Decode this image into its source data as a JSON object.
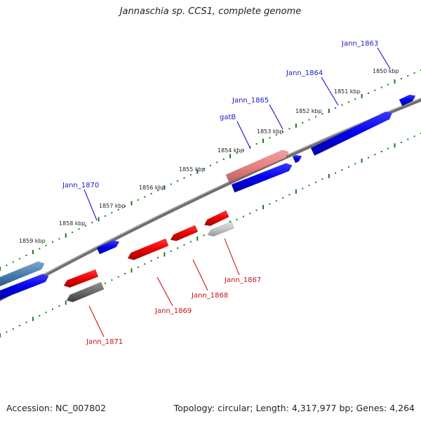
{
  "title": "Jannaschia sp. CCS1, complete genome",
  "footer": {
    "accession": "Accession: NC_007802",
    "summary": "Topology: circular; Length: 4,317,977 bp; Genes: 4,264"
  },
  "colors": {
    "forward_gene": "#0000ee",
    "reverse_gene": "#ee0000",
    "forward_label": "#1a1acc",
    "reverse_label": "#cc1111",
    "backbone": "#808080",
    "ticks": "#1a7a1a"
  },
  "scale": {
    "unit": "kbp",
    "ticks": [
      "1850 kbp",
      "1851 kbp",
      "1852 kbp",
      "1853 kbp",
      "1854 kbp",
      "1855 kbp",
      "1856 kbp",
      "1857 kbp",
      "1858 kbp",
      "1859 kbp"
    ]
  },
  "genes": {
    "forward": [
      {
        "id": "g1",
        "label": "Jann_1863",
        "style": "normal"
      },
      {
        "id": "g2",
        "label": "Jann_1864",
        "style": "normal"
      },
      {
        "id": "g3",
        "label": "Jann_1865",
        "style": "small"
      },
      {
        "id": "g4",
        "label": "gatB",
        "style": "normal"
      },
      {
        "id": "g5",
        "label": "",
        "style": "pale"
      },
      {
        "id": "g6",
        "label": "Jann_1870",
        "style": "normal"
      },
      {
        "id": "g7",
        "label": "",
        "style": "steel"
      },
      {
        "id": "g8",
        "label": "",
        "style": "normal"
      }
    ],
    "reverse": [
      {
        "id": "r1",
        "label": "Jann_1867",
        "style": "grey-light"
      },
      {
        "id": "r2",
        "label": "",
        "style": "normal"
      },
      {
        "id": "r3",
        "label": "Jann_1868",
        "style": "normal"
      },
      {
        "id": "r4",
        "label": "Jann_1869",
        "style": "normal"
      },
      {
        "id": "r5",
        "label": "",
        "style": "normal"
      },
      {
        "id": "r6",
        "label": "Jann_1871",
        "style": "grey-dark"
      }
    ]
  }
}
